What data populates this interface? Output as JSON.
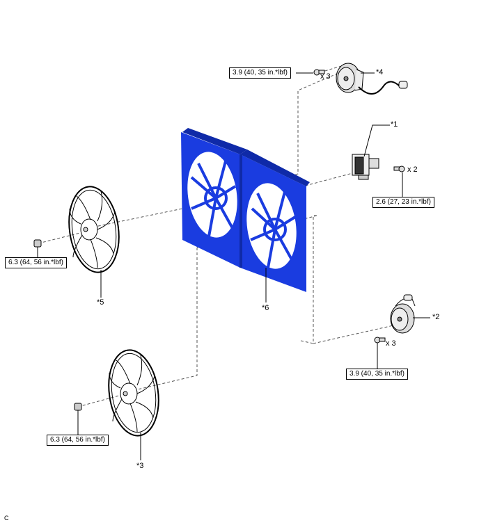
{
  "diagram": {
    "frame_color": "#1a3ce0",
    "parts": [
      {
        "id": "1",
        "label": "*1",
        "name": "fan-controller"
      },
      {
        "id": "2",
        "label": "*2",
        "name": "fan-motor-lower"
      },
      {
        "id": "3",
        "label": "*3",
        "name": "cooling-fan-lower"
      },
      {
        "id": "4",
        "label": "*4",
        "name": "fan-motor-upper"
      },
      {
        "id": "5",
        "label": "*5",
        "name": "cooling-fan-left"
      },
      {
        "id": "6",
        "label": "*6",
        "name": "fan-shroud"
      }
    ],
    "torques": [
      {
        "id": "t_motor_upper",
        "text": "3.9 (40, 35 in.*lbf)",
        "qty": "x 3"
      },
      {
        "id": "t_controller",
        "text": "2.6 (27, 23 in.*lbf)",
        "qty": "x 2"
      },
      {
        "id": "t_fan_left",
        "text": "6.3 (64, 56 in.*lbf)",
        "qty": ""
      },
      {
        "id": "t_motor_lower",
        "text": "3.9 (40, 35 in.*lbf)",
        "qty": "x 3"
      },
      {
        "id": "t_fan_lower",
        "text": "6.3 (64, 56 in.*lbf)",
        "qty": ""
      }
    ],
    "corner_code": "C"
  }
}
